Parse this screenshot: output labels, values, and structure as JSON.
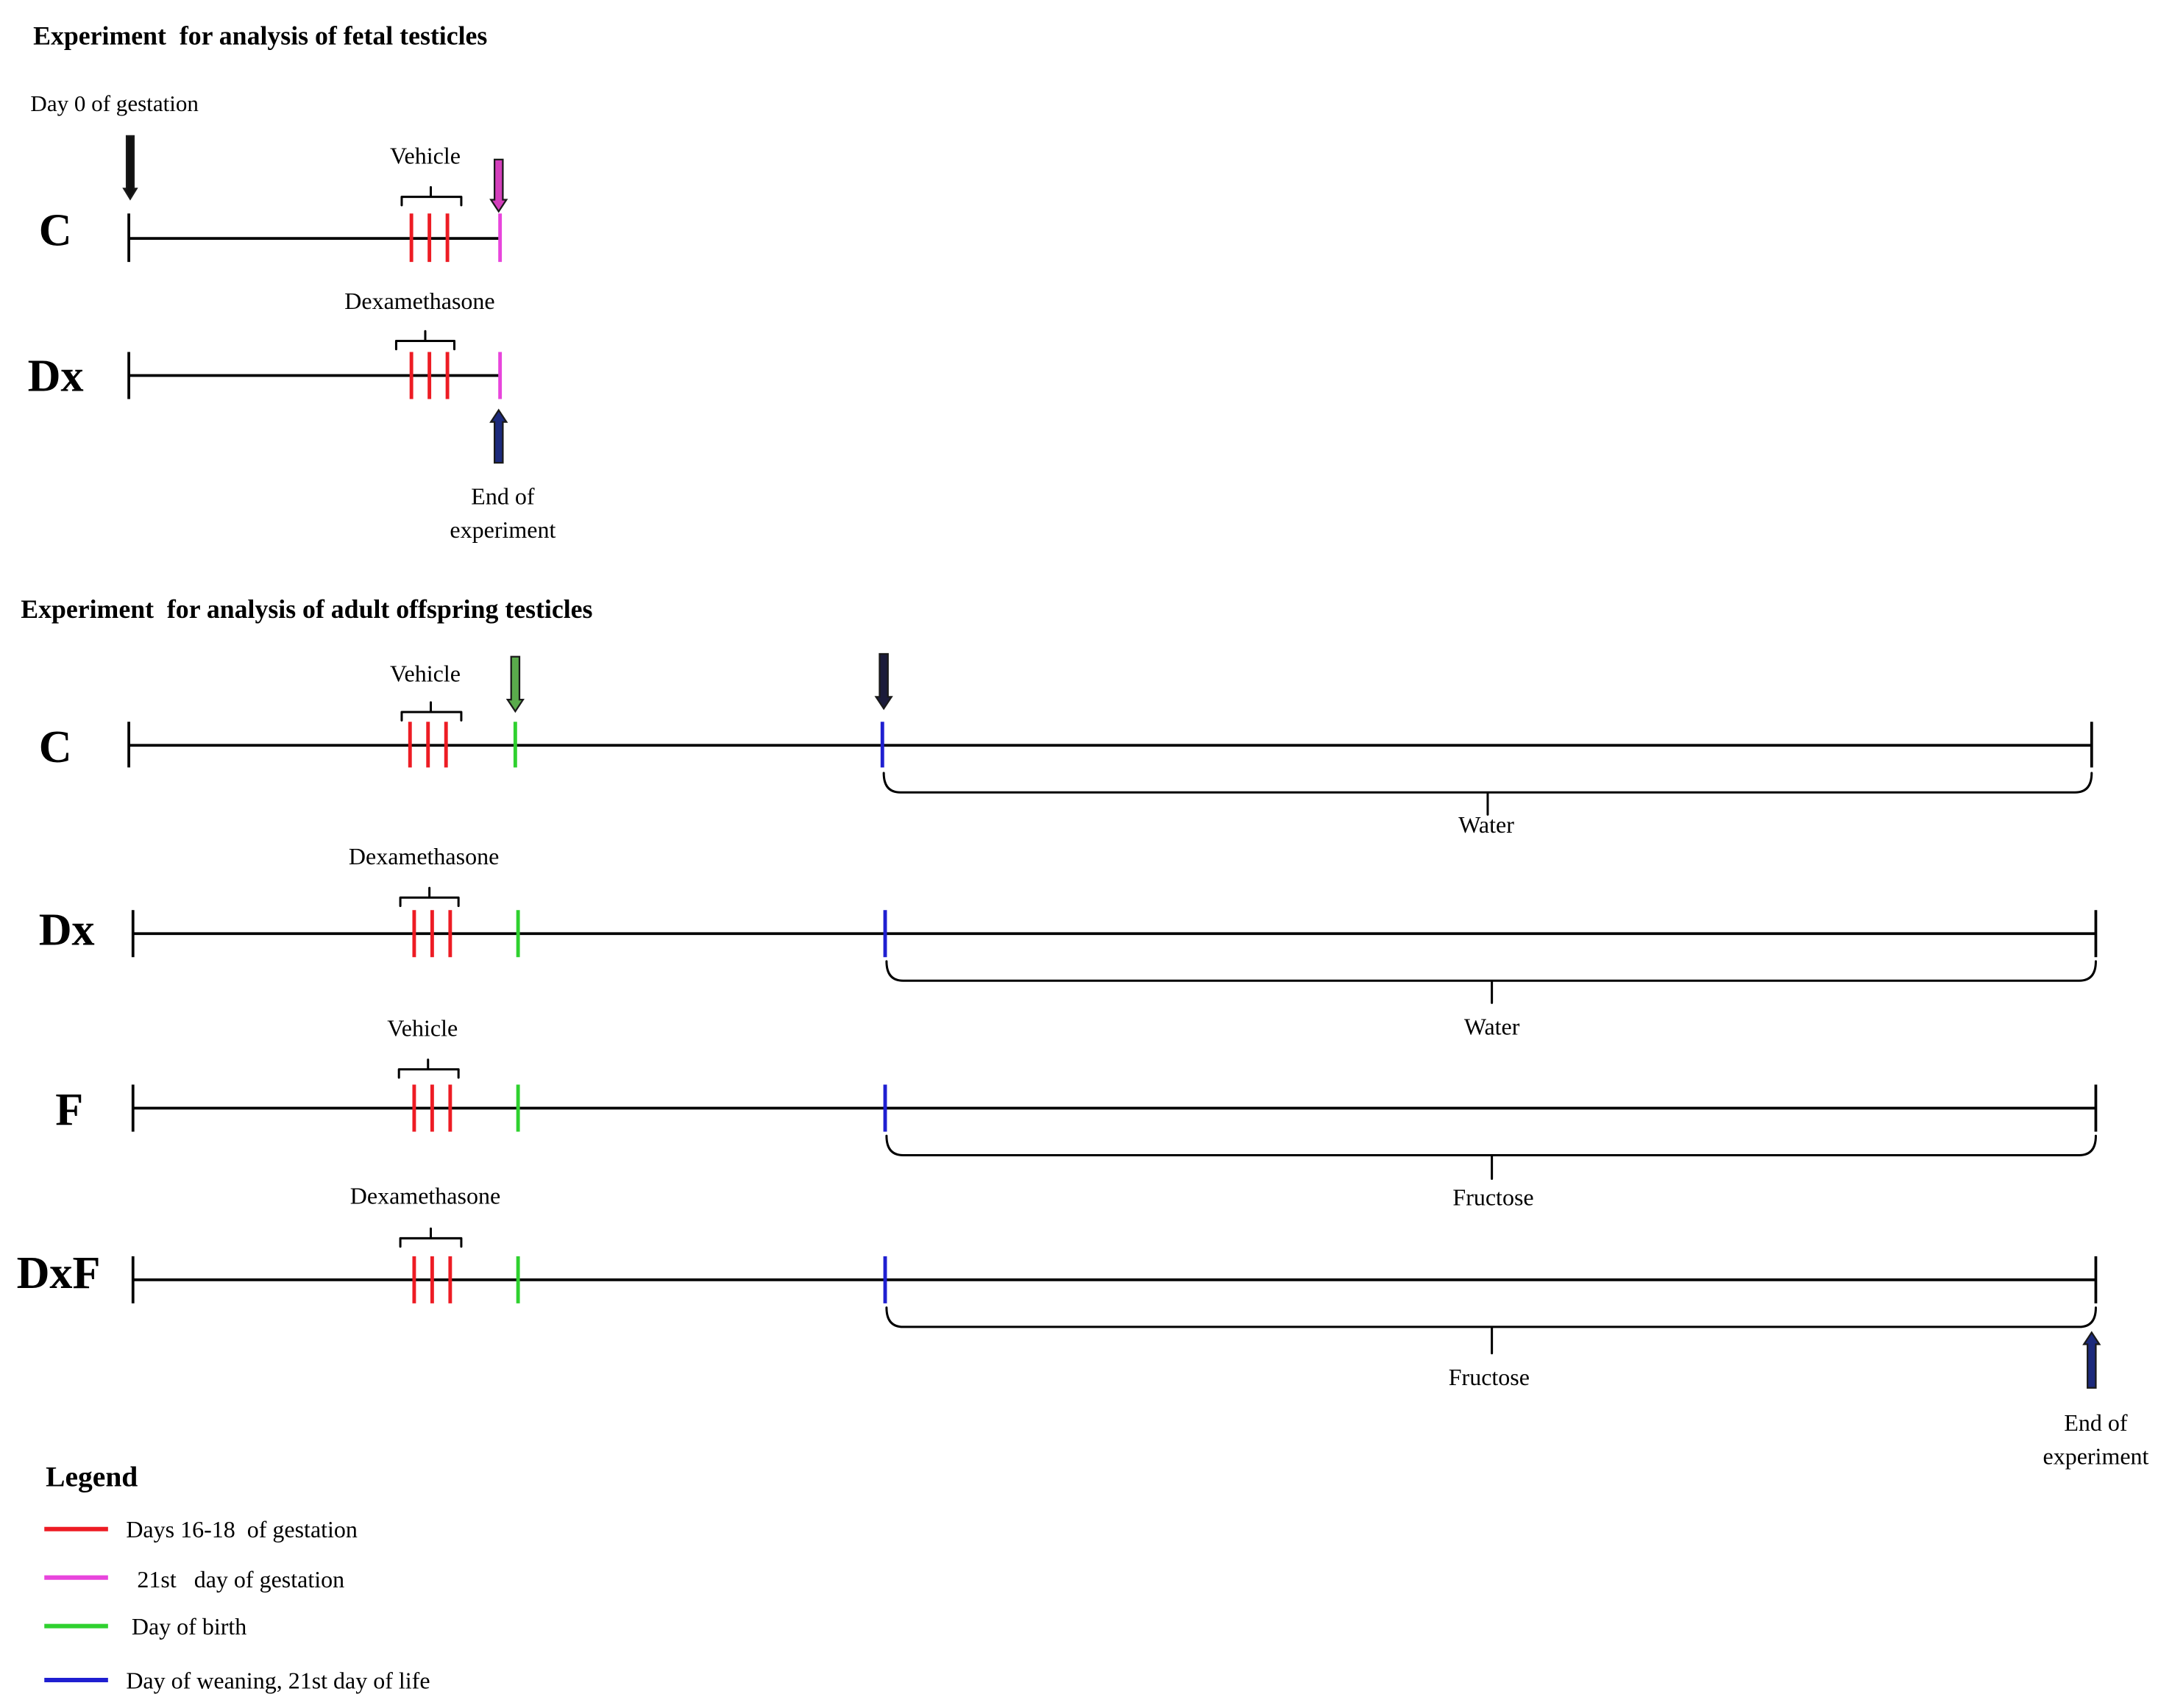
{
  "fetal": {
    "title": "Experiment  for analysis of fetal testicles",
    "start_label": "Day 0 of gestation",
    "groups": [
      {
        "label": "C",
        "treatment": "Vehicle"
      },
      {
        "label": "Dx",
        "treatment": "Dexamethasone"
      }
    ],
    "end_label": [
      "End of",
      "experiment"
    ]
  },
  "adult": {
    "title": "Experiment  for analysis of adult offspring testicles",
    "groups": [
      {
        "label": "C",
        "treatment": "Vehicle",
        "drink": "Water"
      },
      {
        "label": "Dx",
        "treatment": "Dexamethasone",
        "drink": "Water"
      },
      {
        "label": "F",
        "treatment": "Vehicle",
        "drink": "Fructose"
      },
      {
        "label": "DxF",
        "treatment": "Dexamethasone",
        "drink": "Fructose"
      }
    ],
    "end_label": [
      "End of",
      "experiment"
    ]
  },
  "legend": {
    "title": "Legend",
    "items": [
      {
        "label": "Days 16-18  of gestation",
        "color": "#ed1c24"
      },
      {
        "label": "21st   day of gestation",
        "color": "#e845dc"
      },
      {
        "label": "Day of birth",
        "color": "#2fd12f"
      },
      {
        "label": "Day of weaning, 21st day of life",
        "color": "#1f1fd1"
      }
    ]
  },
  "arrow_colors": {
    "gestation_start": "#111111",
    "gestation_day_21": "#d43fbc",
    "birth": "#5aab4c",
    "weaning": "#1b1b3a",
    "end_of_experiment": "#1c2a7c"
  }
}
